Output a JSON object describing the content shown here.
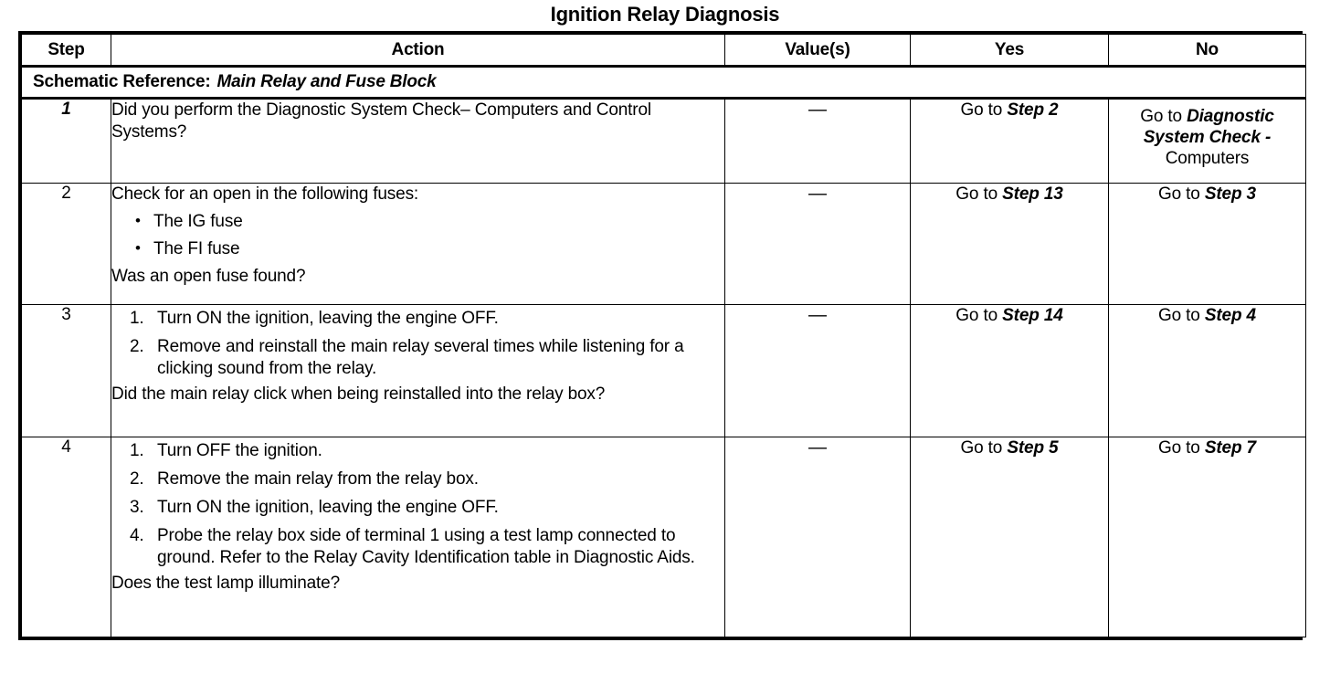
{
  "document": {
    "title": "Ignition Relay Diagnosis"
  },
  "table": {
    "headers": {
      "step": "Step",
      "action": "Action",
      "values": "Value(s)",
      "yes": "Yes",
      "no": "No"
    },
    "schematic_reference": {
      "label": "Schematic Reference:",
      "value": "Main Relay and Fuse Block"
    },
    "rows": [
      {
        "step": "1",
        "action": {
          "lead": "Did you perform the Diagnostic System Check– Computers and Control Systems?",
          "list": [],
          "tail": ""
        },
        "value": "—",
        "yes": {
          "prefix": "Go to ",
          "italic": "Step 2",
          "suffix": ""
        },
        "no": {
          "prefix": "Go to ",
          "italic": "Diagnostic System Check -",
          "suffix": "Computers"
        }
      },
      {
        "step": "2",
        "action": {
          "lead": "Check for an open in the following fuses:",
          "list": [
            "The IG fuse",
            "The FI fuse"
          ],
          "tail": "Was an open fuse found?"
        },
        "value": "—",
        "yes": {
          "prefix": "Go to ",
          "italic": "Step 13",
          "suffix": ""
        },
        "no": {
          "prefix": "Go to ",
          "italic": "Step 3",
          "suffix": ""
        }
      },
      {
        "step": "3",
        "action": {
          "lead": "",
          "list": [
            "Turn ON the ignition, leaving the engine OFF.",
            "Remove and reinstall the main relay several times while listening for a clicking sound from the relay."
          ],
          "tail": "Did the main relay click when being reinstalled into the relay box?"
        },
        "value": "—",
        "yes": {
          "prefix": "Go to ",
          "italic": "Step 14",
          "suffix": ""
        },
        "no": {
          "prefix": "Go to ",
          "italic": "Step 4",
          "suffix": ""
        }
      },
      {
        "step": "4",
        "action": {
          "lead": "",
          "list": [
            "Turn OFF the ignition.",
            "Remove the main relay from the relay box.",
            "Turn ON the ignition, leaving the engine OFF.",
            "Probe the relay box side of terminal 1 using a test lamp connected to ground. Refer to the Relay Cavity Identification table in Diagnostic Aids."
          ],
          "tail": "Does the test lamp illuminate?"
        },
        "value": "—",
        "yes": {
          "prefix": "Go to ",
          "italic": "Step 5",
          "suffix": ""
        },
        "no": {
          "prefix": "Go to ",
          "italic": "Step 7",
          "suffix": ""
        }
      }
    ]
  },
  "colors": {
    "ink": "#000000",
    "paper": "#ffffff"
  }
}
